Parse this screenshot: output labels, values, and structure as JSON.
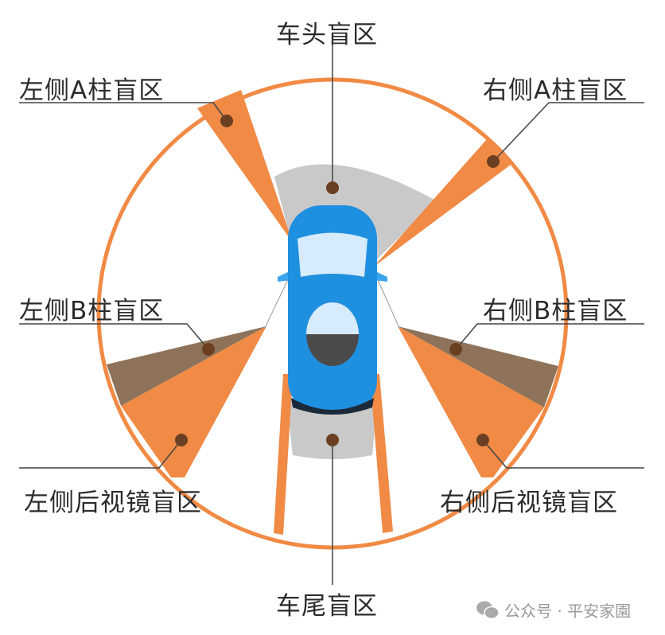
{
  "labels": {
    "front": "车头盲区",
    "left_a": "左侧A柱盲区",
    "right_a": "右侧A柱盲区",
    "left_b": "左侧B柱盲区",
    "right_b": "右侧B柱盲区",
    "left_mirror": "左侧后视镜盲区",
    "right_mirror": "右侧后视镜盲区",
    "rear": "车尾盲区"
  },
  "watermark": {
    "icon": "wechat-icon",
    "text": "公众号 · 平安家園"
  },
  "colors": {
    "orange": "#f08a45",
    "brown": "#8e735a",
    "gray": "#c9c9c9",
    "car_blue": "#1f8fe0",
    "dot": "#6b3f22"
  }
}
